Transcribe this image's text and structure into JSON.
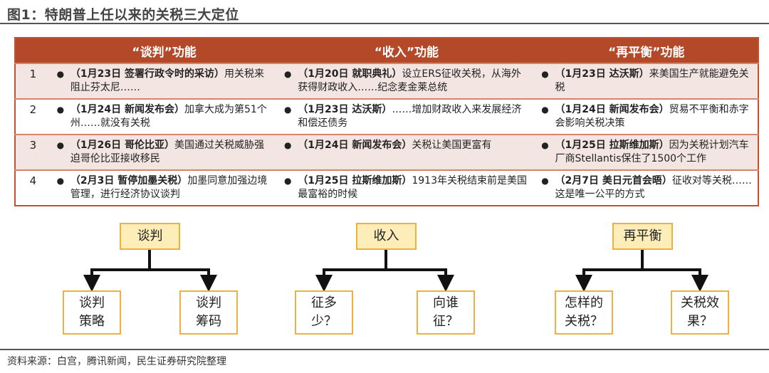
{
  "title": "图1：特朗普上任以来的关税三大定位",
  "table": {
    "headers": [
      "“谈判”功能",
      "“收入”功能",
      "“再平衡”功能"
    ],
    "rows": [
      {
        "num": "1",
        "cells": [
          {
            "bold": "（1月23日 签署行政令时的采访）",
            "text": "用关税来阻止芬太尼……"
          },
          {
            "bold": "（1月20日 就职典礼）",
            "text": "设立ERS征收关税，从海外获得财政收入……纪念麦金莱总统"
          },
          {
            "bold": "（1月23日 达沃斯）",
            "text": "来美国生产就能避免关税"
          }
        ]
      },
      {
        "num": "2",
        "cells": [
          {
            "bold": "（1月24日 新闻发布会）",
            "text": "加拿大成为第51个州……就没有关税"
          },
          {
            "bold": "（1月23日 达沃斯）",
            "text": "……增加财政收入来发展经济和偿还债务"
          },
          {
            "bold": "（1月24日 新闻发布会）",
            "text": "贸易不平衡和赤字会影响关税决策"
          }
        ]
      },
      {
        "num": "3",
        "cells": [
          {
            "bold": "（1月26日 哥伦比亚）",
            "text": "美国通过关税威胁强迫哥伦比亚接收移民"
          },
          {
            "bold": "（1月24日 新闻发布会）",
            "text": "关税让美国更富有"
          },
          {
            "bold": "（1月25日 拉斯维加斯）",
            "text": "因为关税计划汽车厂商Stellantis保住了1500个工作"
          }
        ]
      },
      {
        "num": "4",
        "cells": [
          {
            "bold": "（2月3日 暂停加墨关税）",
            "text": "加墨同意加强边境管理，进行经济协议谈判"
          },
          {
            "bold": "（1月25日 拉斯维加斯）",
            "text": "1913年关税结束前是美国最富裕的时候"
          },
          {
            "bold": "（2月7日  美日元首会晤）",
            "text": "征收对等关税……这是唯一公平的方式"
          }
        ]
      }
    ]
  },
  "diagram": {
    "groups": [
      {
        "root": "谈判",
        "children": [
          "谈判\n策略",
          "谈判\n筹码"
        ]
      },
      {
        "root": "收入",
        "children": [
          "征多\n少？",
          "向谁\n征？"
        ]
      },
      {
        "root": "再平衡",
        "children": [
          "怎样的\n关税？",
          "关税效\n果？"
        ]
      }
    ]
  },
  "source": "资料来源：白宫，腾讯新闻，民生证券研究院整理",
  "colors": {
    "header": "#b4492a",
    "row_alt": "#f3e6e2",
    "box_border": "#f0b040",
    "root_fill": "#fdedb8"
  }
}
